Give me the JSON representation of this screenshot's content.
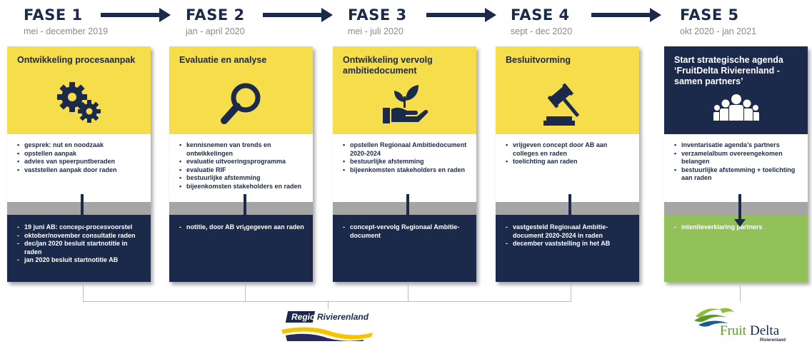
{
  "phases": [
    {
      "title": "FASE 1",
      "date": "mei - december 2019",
      "card_title": "Ontwikkeling procesaanpak",
      "icon": "gears-icon",
      "bullets": [
        "gesprek: nut en noodzaak",
        "opstellen aanpak",
        "advies van speerpuntberaden",
        "vaststellen aanpak door raden"
      ],
      "outcomes": [
        "19 juni AB: concept-procesvoorstel",
        "oktober/november consultatie raden",
        "dec/jan 2020 besluit startnotitie in raden",
        "jan 2020 besluit startnotitie AB"
      ]
    },
    {
      "title": "FASE 2",
      "date": "jan - april 2020",
      "card_title": "Evaluatie en analyse",
      "icon": "magnifier-icon",
      "bullets": [
        "kennisnemen van trends en ontwikkelingen",
        "evaluatie uitvoeringsprogramma",
        "evaluatie RIF",
        "bestuurlijke afstemming",
        "bijeenkomsten stakeholders en raden"
      ],
      "outcomes": [
        "notitie, door AB vrijgegeven aan raden"
      ]
    },
    {
      "title": "FASE 3",
      "date": "mei - juli 2020",
      "card_title": "Ontwikkeling vervolg ambitiedocument",
      "icon": "hand-plant-icon",
      "bullets": [
        "opstellen Regionaal Ambitiedocument 2020-2024",
        "bestuurlijke afstemming",
        "bijeenkomsten stakeholders en raden"
      ],
      "outcomes": [
        "concept-vervolg Regionaal Ambitie-document"
      ]
    },
    {
      "title": "FASE 4",
      "date": "sept - dec 2020",
      "card_title": "Besluitvorming",
      "icon": "gavel-icon",
      "bullets": [
        "vrijgeven concept door AB aan colleges en raden",
        "toelichting aan raden"
      ],
      "outcomes": [
        "vastgesteld Regionaal Ambitie-document 2020-2024 in raden",
        "december vaststelling in het AB"
      ]
    },
    {
      "title": "FASE 5",
      "date": "okt 2020 - jan 2021",
      "card_title": "Start strategische agenda ‘FruitDelta Rivierenland - samen partners’",
      "icon": "group-icon",
      "bullets": [
        "inventarisatie agenda's partners",
        "verzamelalbum overeengekomen belangen",
        "bestuurlijke afstemming + toelichting aan raden"
      ],
      "outcomes": [
        "intentieverklaring partners"
      ]
    }
  ],
  "logos": {
    "regio_a": "Regio",
    "regio_b": "Rivierenland",
    "fruit_a": "Fruit",
    "fruit_b": "Delta",
    "fruit_sub": "Rivierenland"
  },
  "colors": {
    "navy": "#1b2a4a",
    "yellow": "#f5dd4b",
    "grey": "#a5a5a5",
    "green": "#92c15a"
  }
}
